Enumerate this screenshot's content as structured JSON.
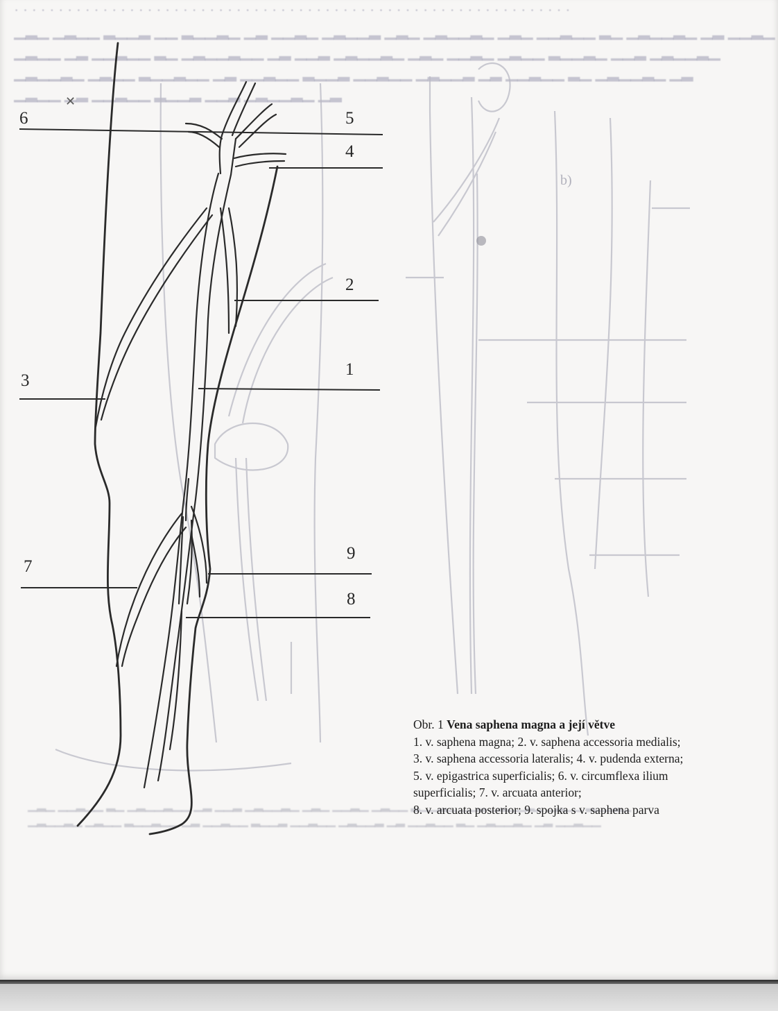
{
  "labels": {
    "l1": "1",
    "l2": "2",
    "l3": "3",
    "l4": "4",
    "l5": "5",
    "l6": "6",
    "l7": "7",
    "l8": "8",
    "l9": "9",
    "ghost_b": "b)"
  },
  "caption": {
    "prefix": "Obr. 1",
    "title": "Vena saphena magna a její větve",
    "lines": [
      "1. v. saphena magna; 2. v. saphena accessoria medialis;",
      "3. v. saphena accessoria lateralis; 4. v. pudenda externa;",
      "5. v. epigastrica superficialis; 6. v. circumflexa ilium",
      "superficialis; 7. v. arcuata anterior;",
      "8. v. arcuata posterior; 9. spojka s v. saphena parva"
    ]
  },
  "colors": {
    "ink": "#2a2a2a",
    "ghost": "#b9b9c4",
    "paper": "#f7f6f5"
  }
}
